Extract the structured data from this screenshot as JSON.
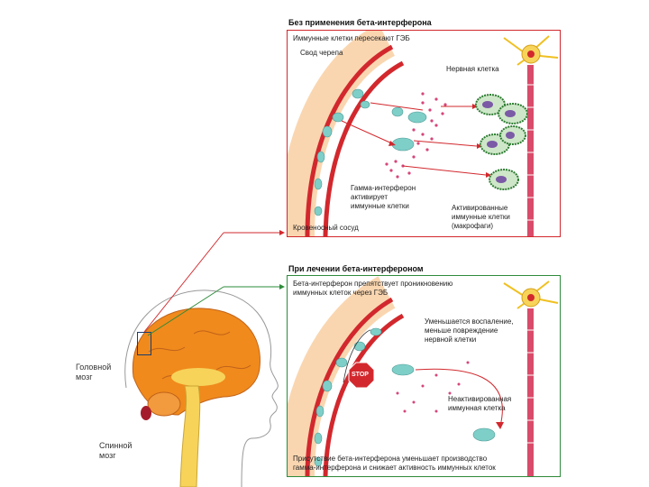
{
  "panel_top": {
    "title": "Без применения бета-интерферона",
    "border_color": "#d2282d",
    "labels": {
      "immune_cross": "Иммунные клетки пересекают ГЭБ",
      "skull": "Свод черепа",
      "nerve_cell": "Нервная клетка",
      "gamma_line1": "Гамма-интерферон",
      "gamma_line2": "активирует",
      "gamma_line3": "иммунные клетки",
      "activated_line1": "Активированные",
      "activated_line2": "иммунные клетки",
      "activated_line3": "(макрофаги)",
      "vessel": "Кровеносный сосуд"
    }
  },
  "panel_bottom": {
    "title": "При лечении бета-интерфероном",
    "border_color": "#2e8b3a",
    "labels": {
      "beta_line1": "Бета-интерферон препятствует проникновению",
      "beta_line2": "иммунных клеток через ГЭБ",
      "reduced_line1": "Уменьшается воспаление,",
      "reduced_line2": "меньше повреждение",
      "reduced_line3": "нервной клетки",
      "stop": "STOP",
      "inactivated_line1": "Неактивированная",
      "inactivated_line2": "иммунная клетка",
      "presence_line1": "Присутствие бета-интерферона уменьшает производство",
      "presence_line2": "гамма-интерферона и снижает активность иммунных клеток"
    }
  },
  "head": {
    "brain_line1": "Головной",
    "brain_line2": "мозг",
    "spine_line1": "Спинной",
    "spine_line2": "мозг"
  },
  "colors": {
    "red": "#d2282d",
    "green": "#2e8b3a",
    "brain": "#f08a1c",
    "cell": "#7fcfc9",
    "dots": "#d6457a",
    "axon": "#d94b6a"
  }
}
